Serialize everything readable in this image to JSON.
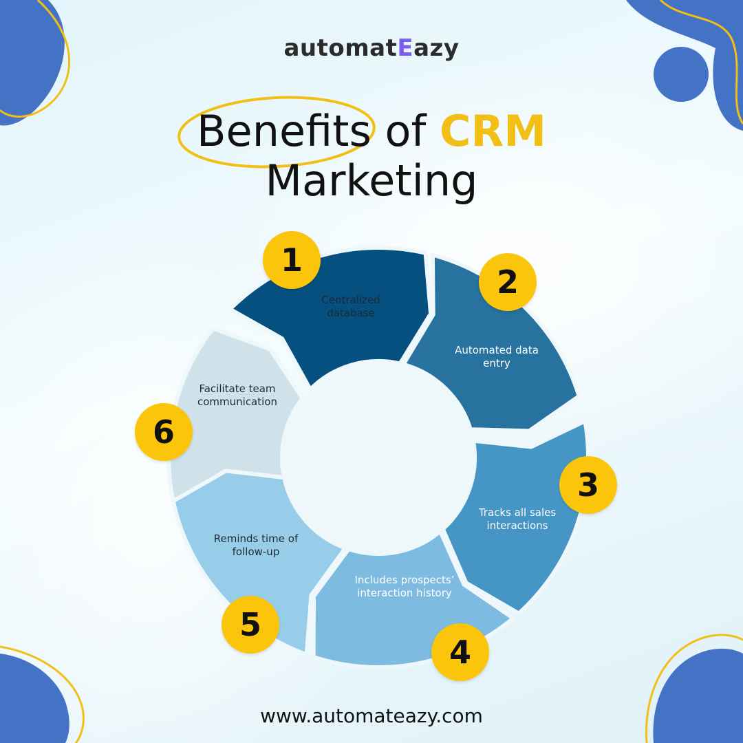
{
  "brand": {
    "logo_part1": "automat",
    "logo_accent": "E",
    "logo_part2": "azy"
  },
  "title": {
    "line1_word1": "Benefits",
    "line1_word2": "of",
    "line1_word3": "CRM",
    "line2": "Marketing"
  },
  "colors": {
    "accent_yellow": "#fbc50c",
    "title_yellow": "#f2bf16",
    "blob_blue": "#4472c4",
    "segment_1": "#cfe2ea",
    "segment_2": "#06507f",
    "segment_3": "#27729f",
    "segment_4": "#4596c4",
    "segment_5": "#7ebbe0",
    "segment_6": "#98cdea"
  },
  "steps": [
    {
      "number": "1",
      "text": "Centralized database",
      "line1": "Centralized",
      "line2": "database"
    },
    {
      "number": "2",
      "text": "Automated data entry",
      "line1": "Automated data",
      "line2": "entry"
    },
    {
      "number": "3",
      "text": "Tracks all sales interactions",
      "line1": "Tracks all sales",
      "line2": "interactions"
    },
    {
      "number": "4",
      "text": "Includes prospects’ interaction history",
      "line1": "Includes prospects’",
      "line2": "interaction history"
    },
    {
      "number": "5",
      "text": "Reminds time of follow-up",
      "line1": "Reminds time of",
      "line2": "follow-up"
    },
    {
      "number": "6",
      "text": "Facilitate team communication",
      "line1": "Facilitate team",
      "line2": "communication"
    }
  ],
  "footer": {
    "website": "www.automateazy.com"
  }
}
